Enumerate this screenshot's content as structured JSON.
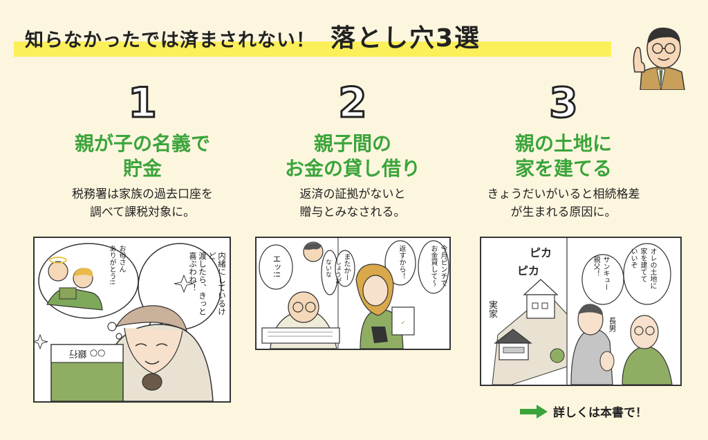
{
  "header": {
    "lead": "知らなかったでは済まされない！",
    "title": "落とし穴3選"
  },
  "sections": [
    {
      "number": "1",
      "heading_lines": [
        "親が子の名義で",
        "貯金"
      ],
      "desc_lines": [
        "税務署は家族の過去口座を",
        "調べて課税対象に。"
      ],
      "manga": {
        "bubble_main": [
          "内緒にしているけど",
          "渡したら、きっと",
          "喜ぶわね！"
        ],
        "bubble_thought": [
          "お母さん",
          "ありがとう!!"
        ],
        "passbook": "○○ 銀行"
      }
    },
    {
      "number": "2",
      "heading_lines": [
        "親子間の",
        "お金の貸し借り"
      ],
      "desc_lines": [
        "返済の証拠がないと",
        "贈与とみなされる。"
      ],
      "manga": {
        "bubble_daughter": [
          "今月ピンチで",
          "お金貸して〜"
        ],
        "bubble_again": [
          "またかー"
        ],
        "bubble_return": [
          "返すから！"
        ],
        "bubble_ett": [
          "エッ!!"
        ],
        "bubble_father": [
          "しょうが",
          "ないな"
        ]
      }
    },
    {
      "number": "3",
      "heading_lines": [
        "親の土地に",
        "家を建てる"
      ],
      "desc_lines": [
        "きょうだいがいると相続格差",
        "が生まれる原因に。"
      ],
      "manga": {
        "sparkle": "ピカ",
        "sparkle2": "ピカ",
        "jikka": "実家",
        "bubble_father": [
          "オレの土地に",
          "家を建てて",
          "いいぞ"
        ],
        "bubble_son": [
          "サンキュー",
          "親父！"
        ],
        "eldest_son": "長男"
      }
    }
  ],
  "footer": {
    "link_text": "詳しくは本書で！"
  },
  "colors": {
    "accent_green": "#3aa43a",
    "highlight_yellow": "#fbef5a",
    "background": "#fdf6df"
  }
}
